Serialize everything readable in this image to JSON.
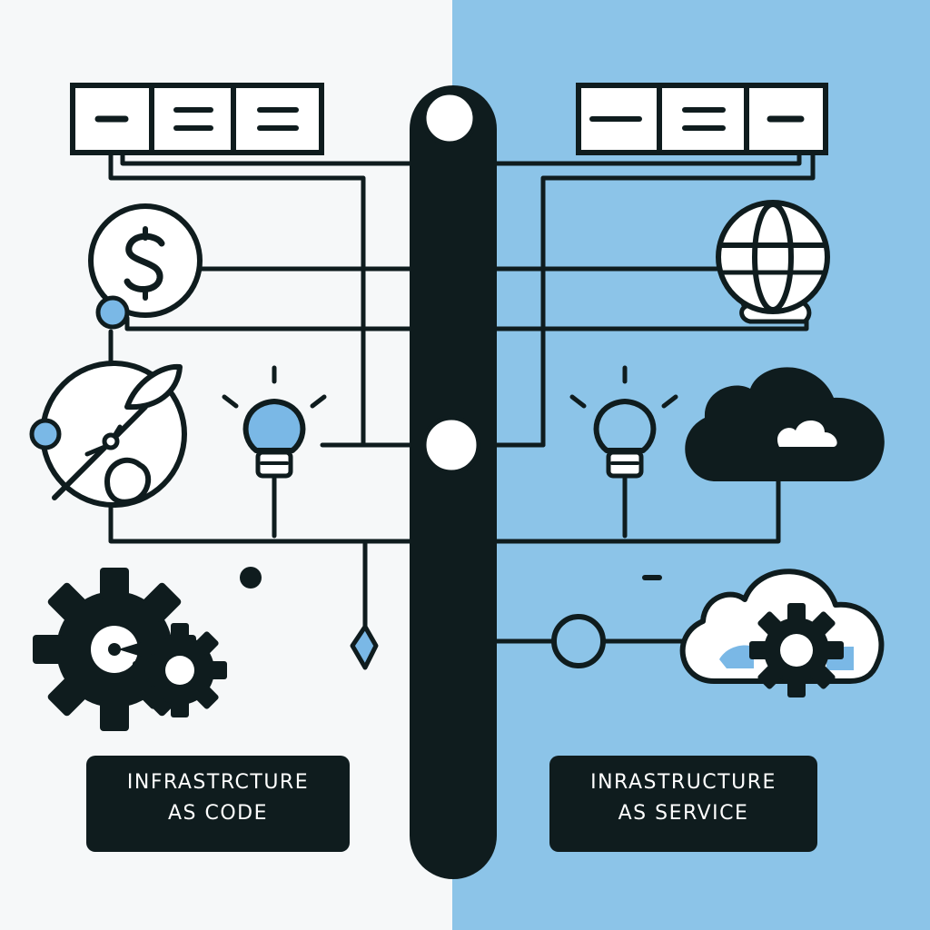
{
  "colors": {
    "left_background": "#f6f8f9",
    "right_background": "#8cc4e8",
    "ink": "#0f1c1e",
    "accent": "#7ab8e6",
    "white": "#ffffff"
  },
  "left_panel": {
    "caption_line1": "INFRASTRCTURE",
    "caption_line2": "AS CODE",
    "icons": [
      "three-segment-bar-icon",
      "dollar-coin-icon",
      "plant-globe-icon",
      "lightbulb-icon",
      "gears-icon",
      "diamond-icon"
    ]
  },
  "right_panel": {
    "caption_line1": "INRASTRUCTURE",
    "caption_line2": "AS SERVICE",
    "icons": [
      "three-segment-bar-icon",
      "globe-icon",
      "cloud-icon",
      "lightbulb-icon",
      "cloud-gear-icon",
      "node-circle-icon"
    ]
  },
  "center": {
    "icons": [
      "vertical-pillar",
      "top-node-circle",
      "middle-node-circle"
    ]
  }
}
